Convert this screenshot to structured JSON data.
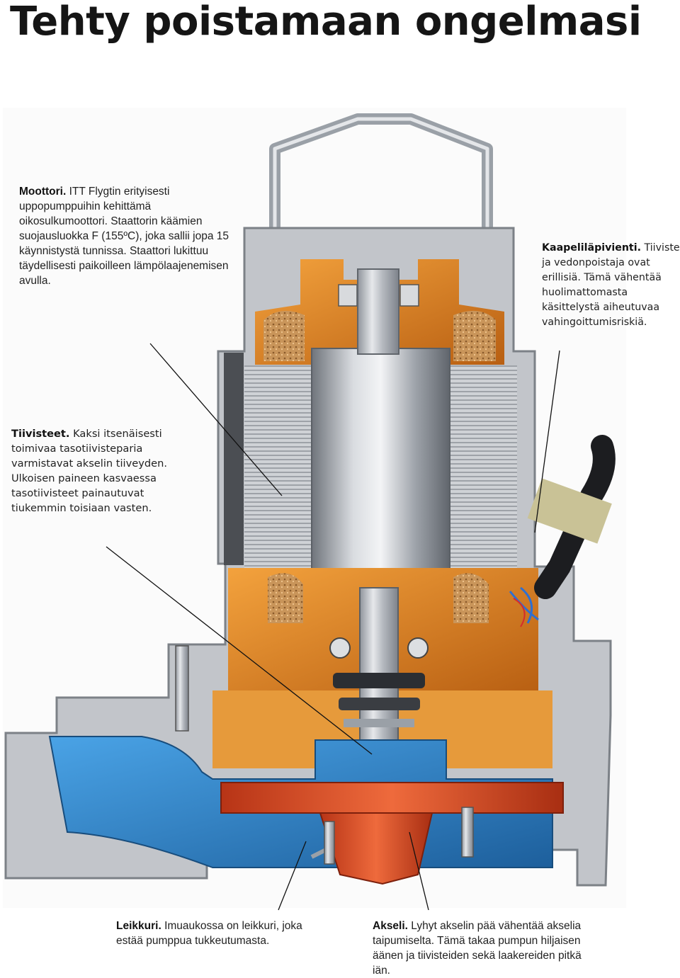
{
  "page": {
    "title": "Tehty poistamaan ongelmasi"
  },
  "callouts": {
    "moottori": {
      "heading": "Moottori.",
      "text": "ITT Flygtin erityisesti uppopumppuihin kehittämä oikosulkumoottori. Staattorin käämien suojausluokka F (155ºC), joka sallii jopa 15 käynnistystä tunnissa. Staattori lukittuu täydellisesti paikoilleen lämpölaajenemisen avulla."
    },
    "kaapeli": {
      "heading": "Kaapeliläpivienti.",
      "text": "Tiiviste ja vedonpoistaja ovat erillisiä. Tämä vähentää huolimattomasta käsittelystä aiheutuvaa vahingoittumisriskiä."
    },
    "tiivisteet": {
      "heading": "Tiivisteet.",
      "text": "Kaksi itsenäisesti toimivaa tasotiivisteparia varmistavat akselin tiiveyden. Ulkoisen paineen kasvaessa tasotiivisteet painautuvat tiukemmin toisiaan vasten."
    },
    "leikkuri": {
      "heading": "Leikkuri.",
      "text": "Imuaukossa on leikkuri, joka estää pumppua tukkeutumasta."
    },
    "akseli": {
      "heading": "Akseli.",
      "text": "Lyhyt akselin pää vähentää akselia taipumiselta. Tämä takaa pumpun hiljaisen äänen ja tiivisteiden sekä laakereiden pitkä iän."
    }
  },
  "illustration": {
    "colors": {
      "housing": "#b9bcc1",
      "orange": "#e0821e",
      "blue": "#2f86cf",
      "red": "#d9482b",
      "rotor": "#a7acb4"
    }
  }
}
